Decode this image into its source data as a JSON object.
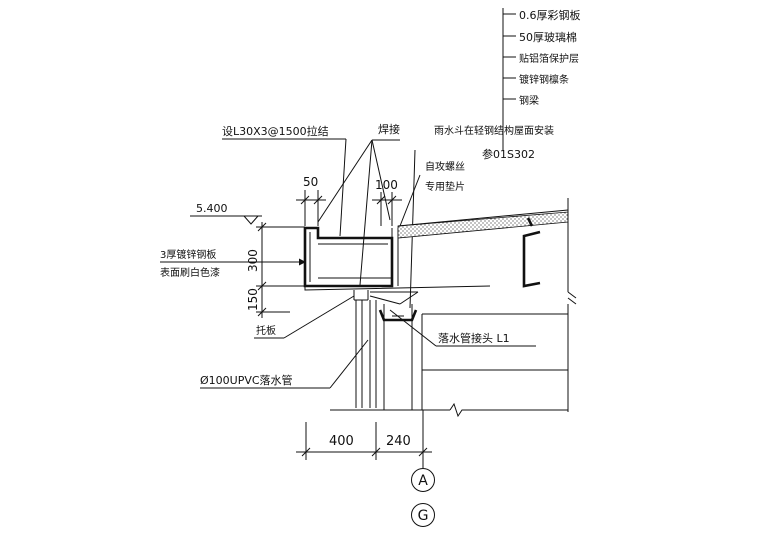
{
  "layers": [
    "0.6厚彩钢板",
    "50厚玻璃棉",
    "贴铝箔保护层",
    "镀锌钢檩条",
    "钢梁"
  ],
  "labels": {
    "tie_rod": "设L30X3@1500拉结",
    "weld": "焊接",
    "gutter_install": "雨水斗在轻钢结构屋面安装",
    "reference": "参01S302",
    "self_tapping_screw": "自攻螺丝",
    "washer": "专用垫片",
    "elevation": "5.400",
    "plate_line1": "3厚镀锌钢板",
    "plate_line2": "表面刷白色漆",
    "support_plate": "托板",
    "downpipe_joint": "落水管接头 L1",
    "downpipe": "Ø100UPVC落水管"
  },
  "dimensions": {
    "d50": "50",
    "d100": "100",
    "d300": "300",
    "d150": "150",
    "d400": "400",
    "d240": "240"
  },
  "axes": {
    "a": "A",
    "g": "G"
  }
}
